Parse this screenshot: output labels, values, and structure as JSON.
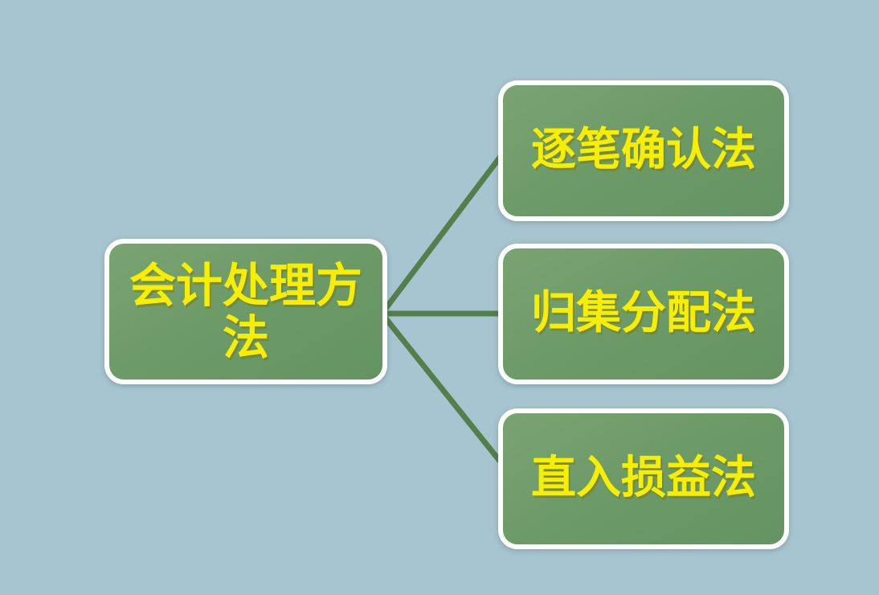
{
  "diagram": {
    "type": "mindmap",
    "root": {
      "label": "会计处理方法"
    },
    "children": [
      {
        "label": "逐笔确认法"
      },
      {
        "label": "归集分配法"
      },
      {
        "label": "直入损益法"
      }
    ],
    "colors": {
      "background": "#a7c5d0",
      "node_fill": "#6d9b68",
      "node_border": "#fdfdfd",
      "connector": "#547e4a",
      "label_text": "#f8ef00"
    }
  }
}
